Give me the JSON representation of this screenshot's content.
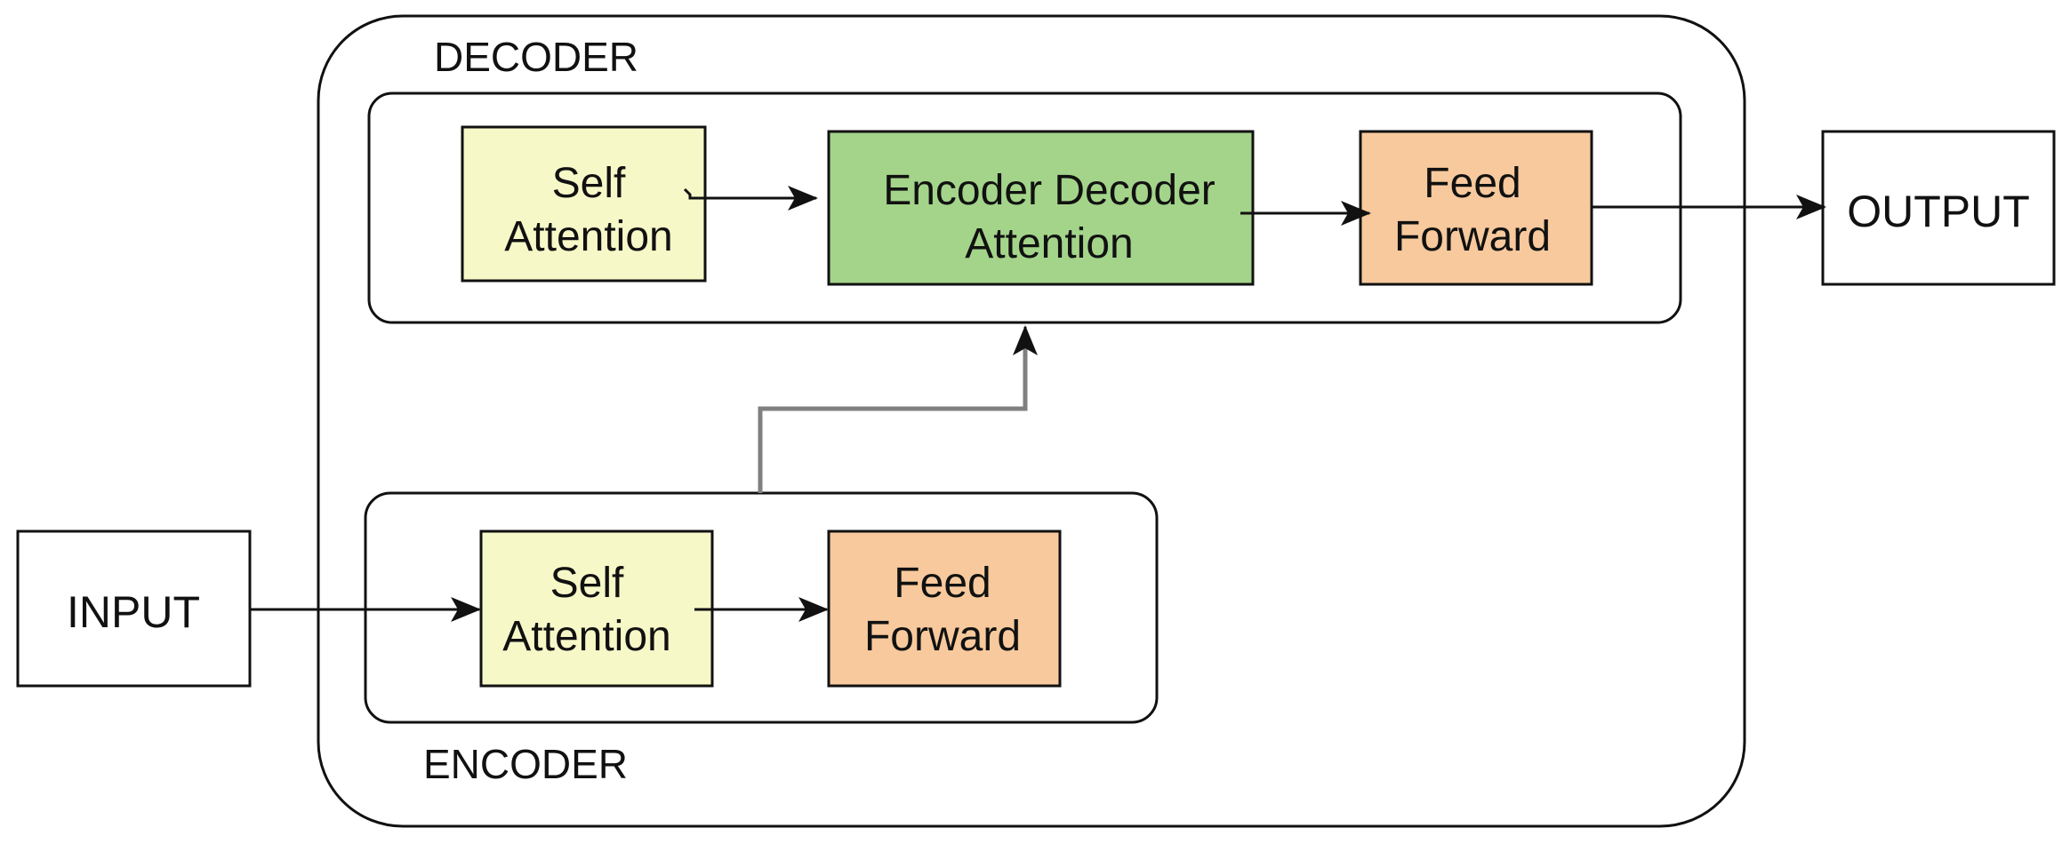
{
  "diagram": {
    "decoder": {
      "label": "DECODER",
      "self_attention": [
        "Self",
        "Attention"
      ],
      "enc_dec_attention": [
        "Encoder Decoder",
        "Attention"
      ],
      "feed_forward": [
        "Feed",
        "Forward"
      ]
    },
    "encoder": {
      "label": "ENCODER",
      "self_attention": [
        "Self",
        "Attention"
      ],
      "feed_forward": [
        "Feed",
        "Forward"
      ]
    },
    "input": {
      "label": "INPUT"
    },
    "output": {
      "label": "OUTPUT"
    }
  },
  "colors": {
    "self_attention": "#f7f8c8",
    "enc_dec_attention": "#a3d48a",
    "feed_forward": "#f7c99d",
    "stroke": "#111111",
    "connector": "#808080"
  }
}
